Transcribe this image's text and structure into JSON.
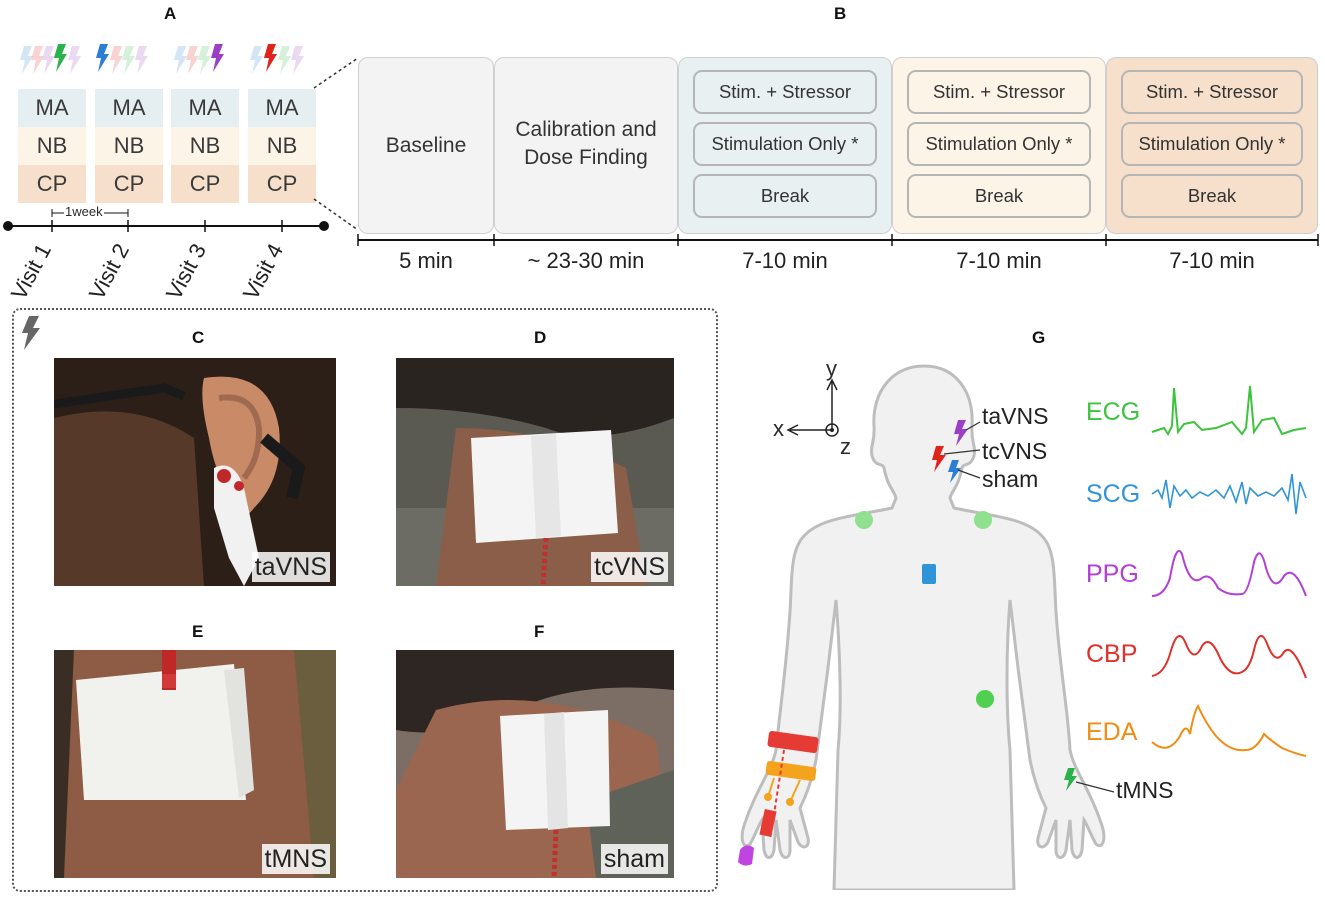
{
  "panel_labels": {
    "a": "A",
    "b": "B",
    "c": "C",
    "d": "D",
    "e": "E",
    "f": "F",
    "g": "G"
  },
  "panel_a": {
    "rows": [
      "MA",
      "NB",
      "CP"
    ],
    "visits": [
      "Visit 1",
      "Visit 2",
      "Visit 3",
      "Visit 4"
    ],
    "interval": "1week",
    "highlight_colors": [
      "#2bb24c",
      "#2a7fd4",
      "#9b3fc4",
      "#e0241c"
    ],
    "row_colors": {
      "ma": "#e5eef0",
      "nb": "#fdf4e8",
      "cp": "#f6e0cb"
    }
  },
  "panel_b": {
    "baseline": "Baseline",
    "calibration": "Calibration and Dose Finding",
    "stim_stressor": "Stim. + Stressor",
    "stim_only": "Stimulation Only *",
    "break": "Break",
    "durations": [
      "5 min",
      "~ 23-30 min",
      "7-10 min",
      "7-10 min",
      "7-10 min"
    ],
    "block_colors": [
      "#e9f0f1",
      "#fdf4e8",
      "#f6e0cb"
    ]
  },
  "photos": {
    "c": "taVNS",
    "d": "tcVNS",
    "e": "tMNS",
    "f": "sham"
  },
  "panel_g": {
    "axes": {
      "x": "x",
      "y": "y",
      "z": "z"
    },
    "sites": {
      "tavns": "taVNS",
      "tcvns": "tcVNS",
      "sham": "sham",
      "tmns": "tMNS"
    },
    "signals": [
      {
        "name": "ECG",
        "color": "#3cc43c"
      },
      {
        "name": "SCG",
        "color": "#2f95d8"
      },
      {
        "name": "PPG",
        "color": "#b33fd6"
      },
      {
        "name": "CBP",
        "color": "#e0302a"
      },
      {
        "name": "EDA",
        "color": "#f08c14"
      }
    ]
  }
}
